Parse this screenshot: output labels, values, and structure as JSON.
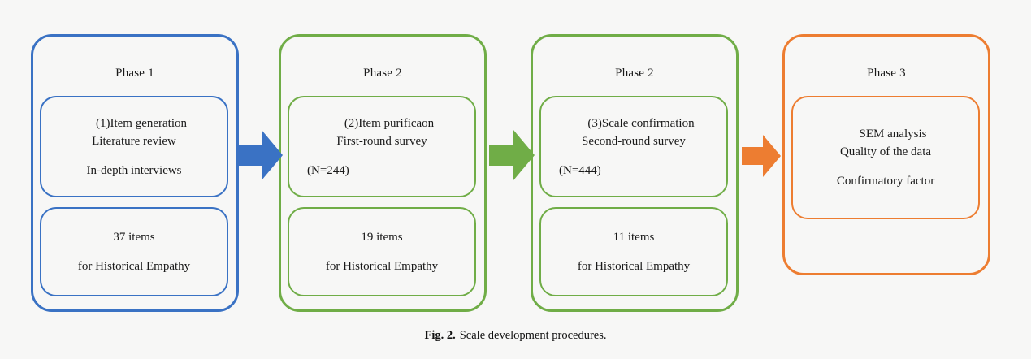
{
  "figure": {
    "background_color": "#f7f7f6",
    "caption_label": "Fig. 2.",
    "caption_text": "Scale development procedures."
  },
  "colors": {
    "blue": "#3a72c4",
    "green": "#70ad47",
    "orange": "#ed7d31",
    "text": "#1a1a1a"
  },
  "columns": [
    {
      "id": "phase-1",
      "phase_label": "Phase 1",
      "color": "#3a72c4",
      "boxes": [
        {
          "id": "item-generation",
          "lines": [
            "(1)Item generation",
            "Literature review",
            "",
            "In-depth interviews"
          ]
        },
        {
          "id": "items-count-37",
          "lines": [
            "37 items",
            "",
            "for Historical Empathy"
          ]
        }
      ]
    },
    {
      "id": "phase-2-purification",
      "phase_label": "Phase 2",
      "color": "#70ad47",
      "boxes": [
        {
          "id": "item-purification",
          "lines": [
            "(2)Item purificaon",
            "First-round survey",
            "",
            "(N=244)"
          ]
        },
        {
          "id": "items-count-19",
          "lines": [
            "19 items",
            "",
            "for Historical Empathy"
          ]
        }
      ]
    },
    {
      "id": "phase-2-confirmation",
      "phase_label": "Phase 2",
      "color": "#70ad47",
      "boxes": [
        {
          "id": "scale-confirmation",
          "lines": [
            "(3)Scale confirmation",
            "Second-round survey",
            "",
            "(N=444)"
          ]
        },
        {
          "id": "items-count-11",
          "lines": [
            "11 items",
            "",
            "for Historical Empathy"
          ]
        }
      ]
    },
    {
      "id": "phase-3",
      "phase_label": "Phase 3",
      "color": "#ed7d31",
      "boxes": [
        {
          "id": "sem-analysis",
          "lines": [
            "SEM analysis",
            "Quality of the data",
            "",
            "Confirmatory factor"
          ]
        }
      ]
    }
  ],
  "arrows": [
    {
      "id": "arrow-phase1-to-phase2",
      "color": "#3a72c4",
      "direction": "right"
    },
    {
      "id": "arrow-phase2-to-phase2b",
      "color": "#70ad47",
      "direction": "right"
    },
    {
      "id": "arrow-phase2b-to-phase3",
      "color": "#ed7d31",
      "direction": "right"
    }
  ]
}
